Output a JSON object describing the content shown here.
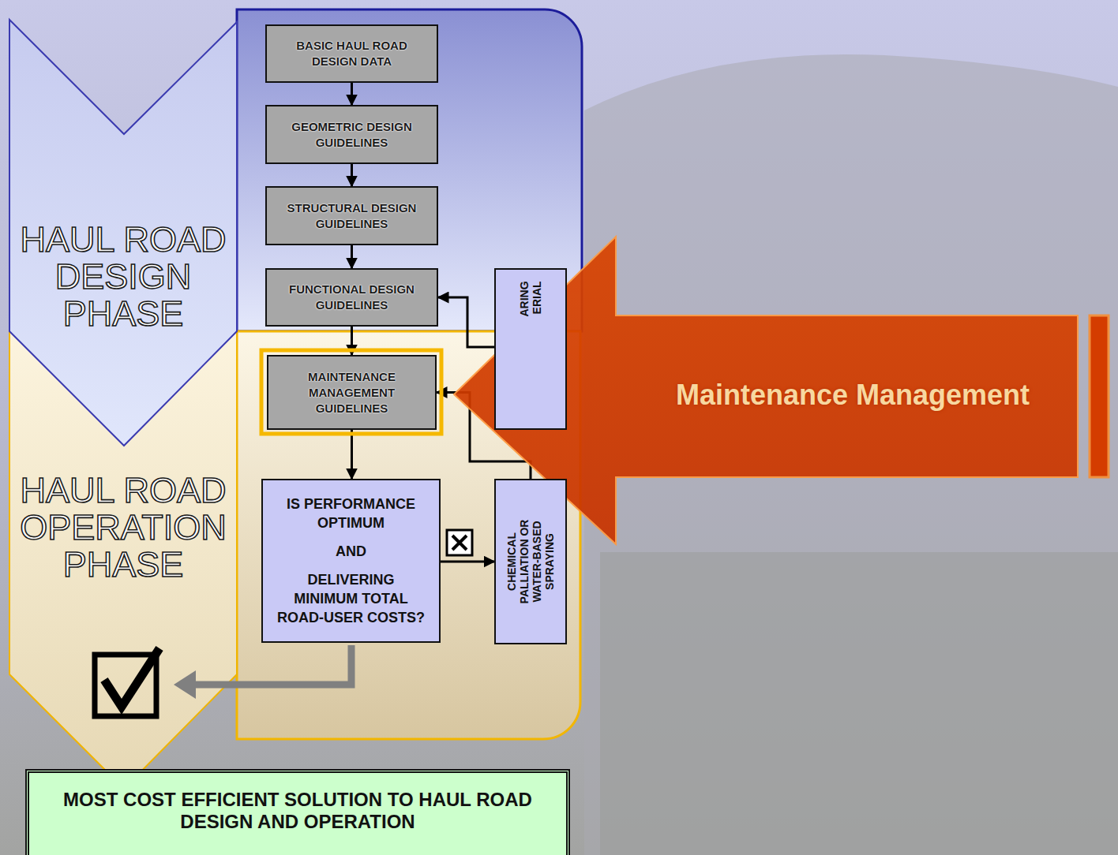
{
  "diagram": {
    "nodes": [
      {
        "text": [
          "HAUL ROAD DESIGN PHASE"
        ]
      },
      {
        "text": [
          "HAUL ROAD OPERATION PHASE"
        ]
      },
      {
        "text": [
          "BASIC HAUL ROAD DESIGN DATA"
        ]
      },
      {
        "text": [
          "GEOMETRIC DESIGN GUIDELINES"
        ]
      },
      {
        "text": [
          "STRUCTURAL DESIGN GUIDELINES"
        ]
      },
      {
        "text": [
          "FUNCTIONAL DESIGN GUIDELINES"
        ]
      },
      {
        "text": [
          "MAINTENANCE MANAGEMENT GUIDELINES"
        ]
      },
      {
        "text": [
          "IS PERFORMANCE OPTIMUM",
          "AND",
          "DELIVERING MINIMUM TOTAL ROAD-USER COSTS?"
        ]
      },
      {
        "text": [
          "ARING ERIAL"
        ]
      },
      {
        "text": [
          "CHEMICAL PALLIATION OR WATER-BASED SPRAYING"
        ]
      },
      {
        "text": [
          "Maintenance Management"
        ]
      },
      {
        "text": [
          "MOST COST EFFICIENT SOLUTION TO HAUL ROAD DESIGN AND OPERATION"
        ]
      }
    ],
    "edges": [
      {
        "from": 2,
        "to": 3,
        "arrow": "to"
      },
      {
        "from": 3,
        "to": 4,
        "arrow": "to"
      },
      {
        "from": 4,
        "to": 5,
        "arrow": "to"
      },
      {
        "from": 5,
        "to": 6,
        "arrow": "to"
      },
      {
        "from": 6,
        "to": 7,
        "arrow": "to"
      },
      {
        "from": 7,
        "to": 9,
        "arrow": "to"
      },
      {
        "from": 8,
        "to": 5,
        "arrow": "to"
      },
      {
        "from": 9,
        "to": 6,
        "arrow": "to"
      }
    ]
  }
}
